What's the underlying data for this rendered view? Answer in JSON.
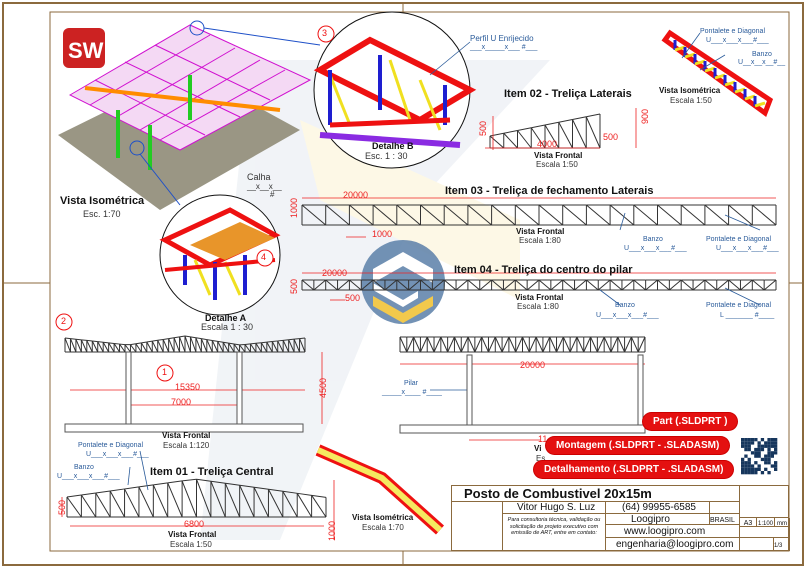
{
  "sheet": {
    "frame_color": "#8b6a3e",
    "dim_color": "#e22222",
    "note_color": "#2a5b9a"
  },
  "iso_main": {
    "title": "Vista Isométrica",
    "scale": "Esc. 1:70",
    "logo_letters": "SW"
  },
  "detail_b": {
    "callout": "3",
    "title": "Detalhe B",
    "scale": "Esc. 1 : 30"
  },
  "perfil": {
    "label": "Perfil U Enrijecido",
    "spec": "___x_____x___ #___"
  },
  "detail_a": {
    "callout": "4",
    "title": "Detalhe A",
    "scale": "Escala 1 : 30",
    "calha": "Calha",
    "calha_spec": "__x__x__",
    "calha_hash": "#"
  },
  "item02": {
    "title": "Item 02 - Treliça Laterais",
    "view": "Vista Frontal",
    "scale": "Escala 1:50",
    "dims": [
      "500",
      "4000",
      "500",
      "900"
    ],
    "iso_title": "Vista Isométrica",
    "iso_scale": "Escala 1:50",
    "pontalete": "Pontalete e  Diagonal",
    "pontalete_spec": "U___x___x___#___",
    "banzo": "Banzo",
    "banzo_spec": "U__x__x__#__"
  },
  "item03": {
    "title": "Item 03 - Treliça de fechamento Laterais",
    "view": "Vista Frontal",
    "scale": "Escala 1:80",
    "dims": [
      "20000",
      "1000",
      "1000"
    ],
    "banzo": "Banzo",
    "banzo_spec": "U___x___x___#___",
    "pontalete": "Pontalete e  Diagonal",
    "pontalete_spec": "U___x___x___#___"
  },
  "item04": {
    "title": "Item 04 - Treliça do centro do pilar",
    "view": "Vista Frontal",
    "scale": "Escala 1:80",
    "dims": [
      "20000",
      "500",
      "500"
    ],
    "banzo": "Banzo",
    "banzo_spec": "U___x___x___#___",
    "pontalete": "Pontalete e  Diagonal",
    "pontalete_spec": "L _______ #____"
  },
  "front_left": {
    "callouts": [
      "2",
      "1"
    ],
    "dims": [
      "15350",
      "7000",
      "4500"
    ],
    "view": "Vista Frontal",
    "scale": "Escala 1:120"
  },
  "front_right": {
    "dims": [
      "20000",
      "11"
    ],
    "pilar": "Pilar",
    "pilar_spec": "_____x____ #____",
    "view": "Vi",
    "scale": "Es"
  },
  "item01": {
    "title": "Item 01 - Treliça Central",
    "view": "Vista Frontal",
    "scale": "Escala 1:50",
    "dims": [
      "500",
      "6800",
      "1000"
    ],
    "pontalete": "Pontalete e  Diagonal",
    "pontalete_spec": "U___x___x___#___",
    "banzo": "Banzo",
    "banzo_spec": "U___x___x___#___"
  },
  "iso_bottom": {
    "title": "Vista Isométrica",
    "scale": "Escala 1:70"
  },
  "badges": {
    "part": "Part  (.SLDPRT )",
    "montagem": "Montagem  (.SLDPRT - .SLADASM)",
    "detalhamento": "Detalhamento  (.SLDPRT - .SLADASM)"
  },
  "title_block": {
    "title": "Posto de Combustivel 20x15m",
    "author": "Vitor Hugo S. Luz",
    "phone": "(64) 99955-6585",
    "company": "Loogipro",
    "country": "BRASIL",
    "paper": "A3",
    "scale": "1:100",
    "unit": "mm",
    "website": "www.loogipro.com",
    "email": "engenharia@loogipro.com",
    "sheet": "1/3",
    "observacoes": "Para consultoria técnica, validação ou solicitação de projeto executivo com emissão de ART, entre em contato:"
  }
}
